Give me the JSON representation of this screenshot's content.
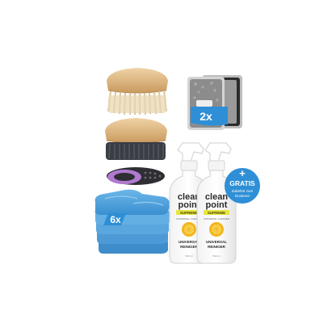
{
  "badges": {
    "pads_count": "2x",
    "cloths_count": "6x"
  },
  "bottles": [
    {
      "brand_line1": "clean",
      "brand_line2": "point",
      "edition": "SUPREME",
      "subline": "UNIVERSAL CLEANER",
      "product_line1": "UNIVERSAL",
      "product_line2": "REINIGER",
      "volume": "500 ml"
    },
    {
      "brand_line1": "clean",
      "brand_line2": "point",
      "edition": "SUPREME",
      "subline": "UNIVERSAL CLEANER",
      "product_line1": "UNIVERSAL",
      "product_line2": "REINIGER",
      "volume": "500 ml"
    }
  ],
  "gratis_badge": {
    "plus": "+",
    "title": "GRATIS",
    "line1": "Zubehör zum",
    "line2": "Dosieren"
  },
  "colors": {
    "brush_wood": "#e3c08e",
    "bristle_light": "#e8d7b3",
    "bristle_dark": "#3b3d45",
    "handle_purple": "#b07ad0",
    "pad_grey": "#8c8c8c",
    "pad_blue": "#2e8fd6",
    "cloth_blue": "#4aa3df",
    "label_yellow": "#e8e63a",
    "lemon": "#f3b51d",
    "badge_blue": "#2e8fd6"
  }
}
